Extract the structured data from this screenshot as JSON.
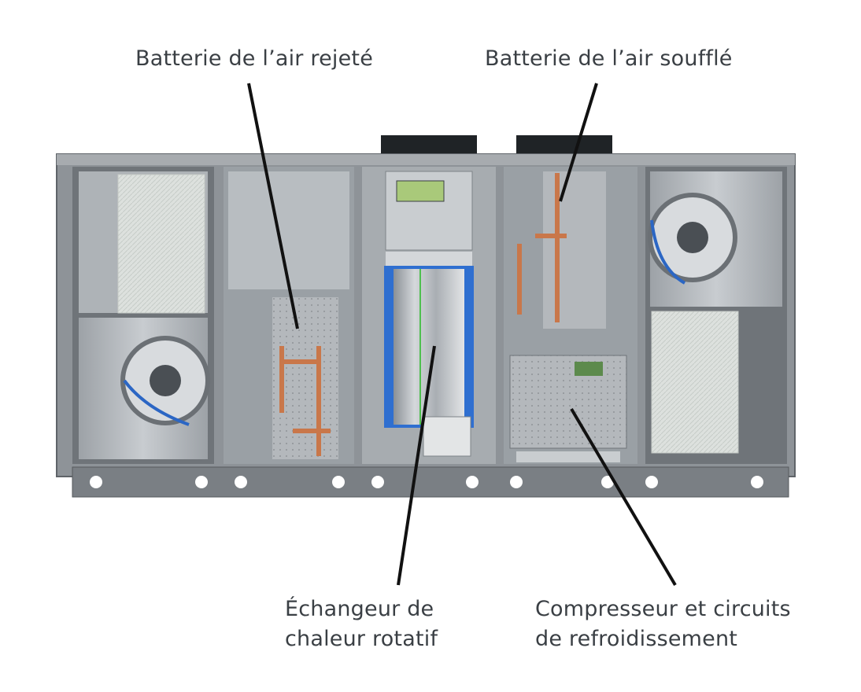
{
  "labels": {
    "exhaust_coil": "Batterie de l’air rejeté",
    "supply_coil": "Batterie de l’air soufflé",
    "rotary_exchanger": [
      "Échangeur de",
      "chaleur rotatif"
    ],
    "compressor": [
      "Compresseur et circuits",
      "de refroidissement"
    ]
  },
  "colors": {
    "casing": "#8e9398",
    "casing_dark": "#5f6469",
    "panel": "#b9bec2",
    "filter": "#dfe3e0",
    "blue_frame": "#2f6fd0",
    "copper": "#c9774a",
    "leader_line": "#111111",
    "text": "#3a3f44"
  }
}
